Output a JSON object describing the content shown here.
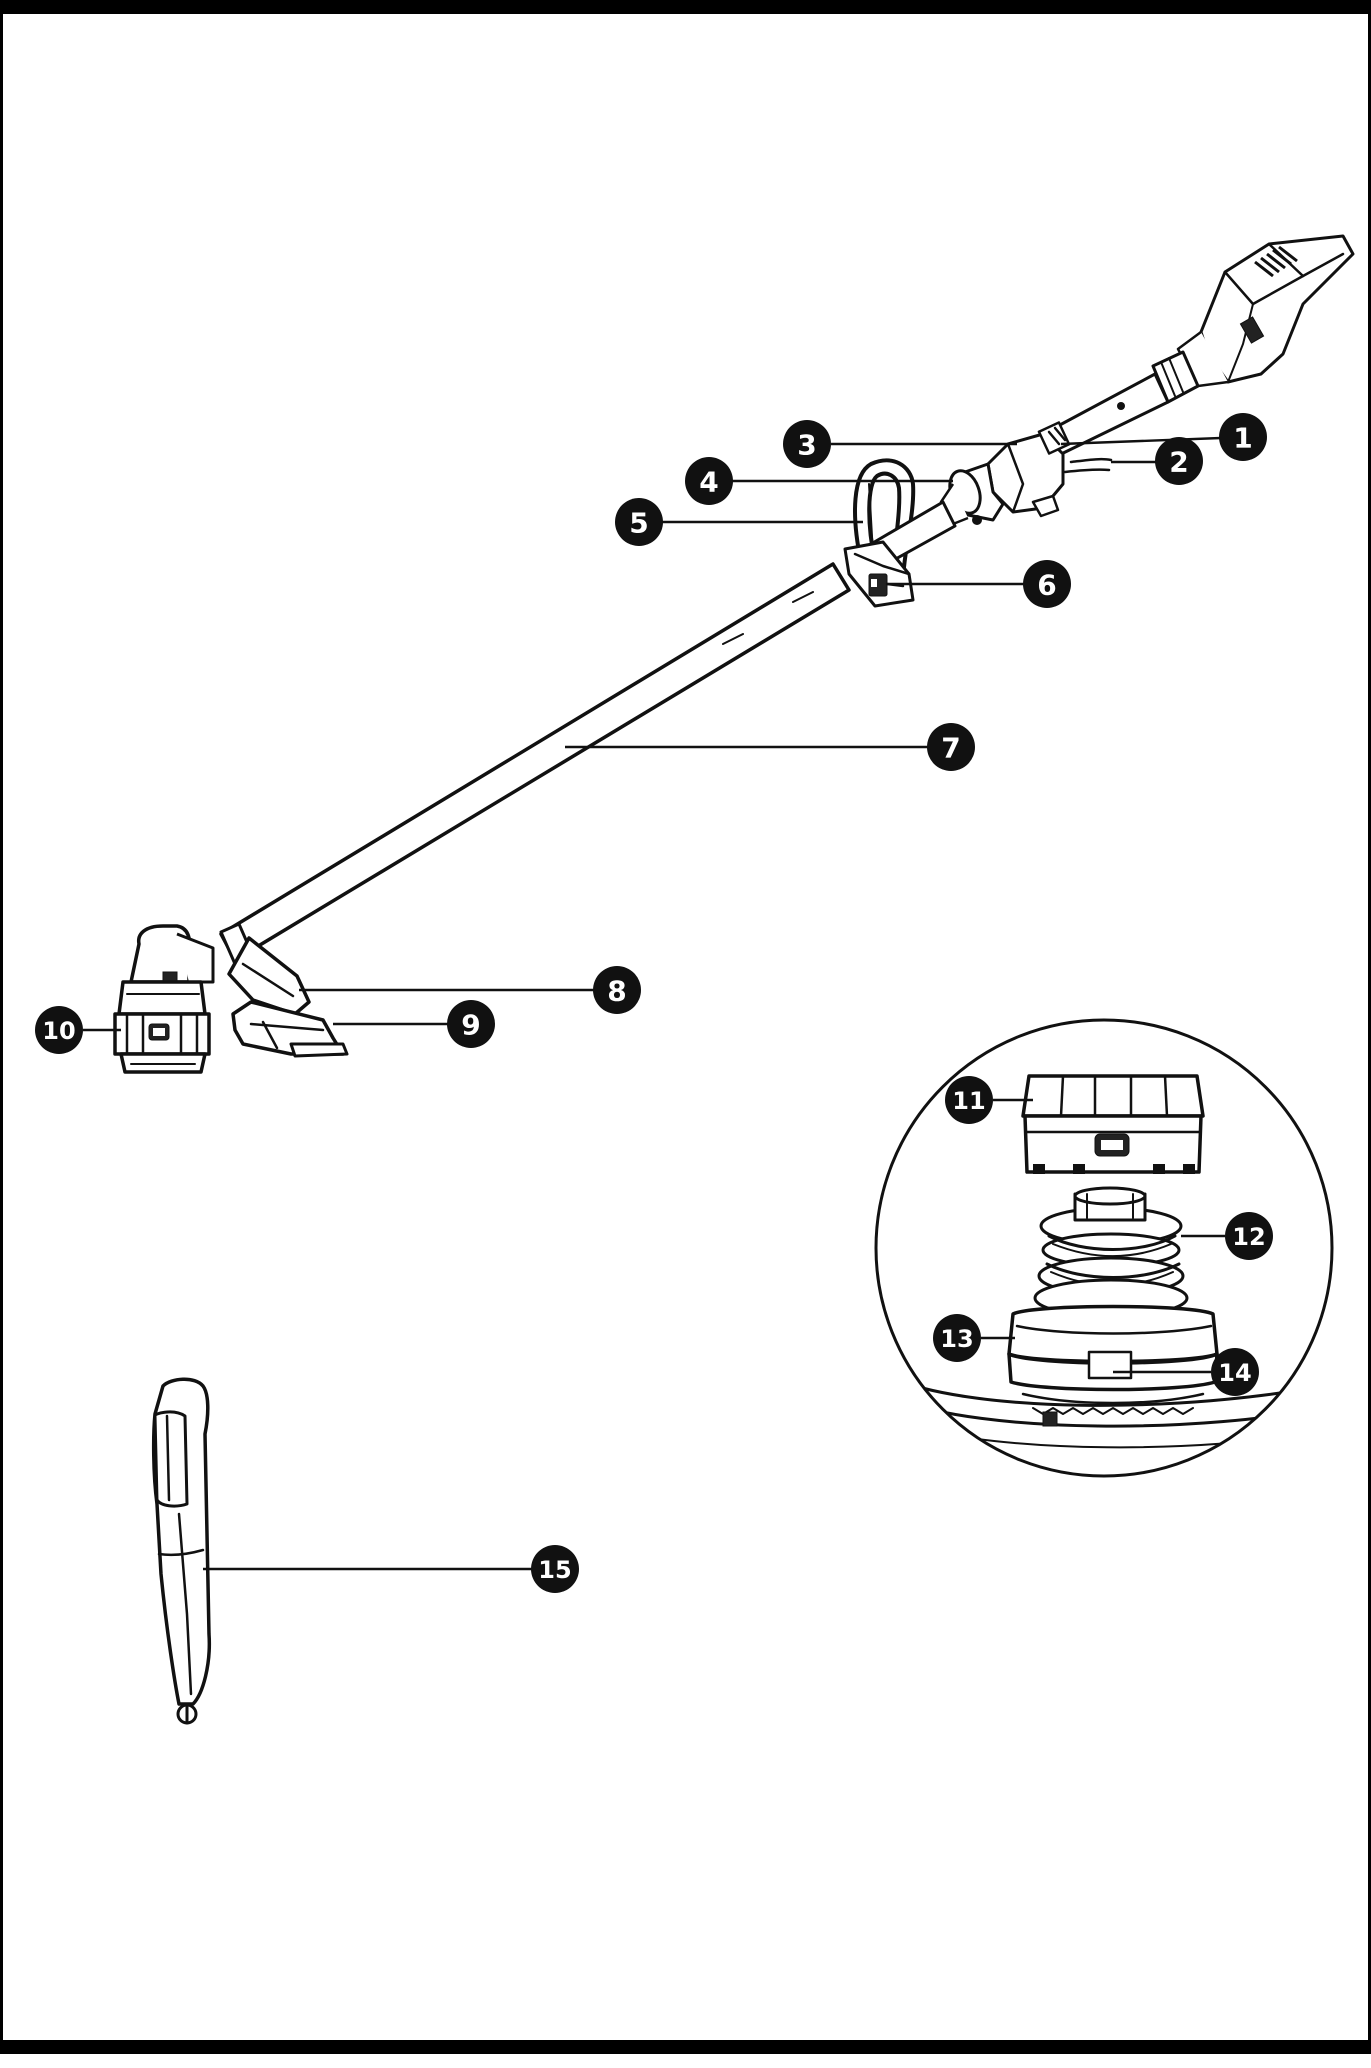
{
  "callouts": [
    {
      "id": "1",
      "label": "1"
    },
    {
      "id": "2",
      "label": "2"
    },
    {
      "id": "3",
      "label": "3"
    },
    {
      "id": "4",
      "label": "4"
    },
    {
      "id": "5",
      "label": "5"
    },
    {
      "id": "6",
      "label": "6"
    },
    {
      "id": "7",
      "label": "7"
    },
    {
      "id": "8",
      "label": "8"
    },
    {
      "id": "9",
      "label": "9"
    },
    {
      "id": "10",
      "label": "10"
    },
    {
      "id": "11",
      "label": "11"
    },
    {
      "id": "12",
      "label": "12"
    },
    {
      "id": "13",
      "label": "13"
    },
    {
      "id": "14",
      "label": "14"
    },
    {
      "id": "15",
      "label": "15"
    }
  ],
  "colors": {
    "ink": "#111111",
    "badge": "#111111",
    "paper": "#ffffff"
  }
}
